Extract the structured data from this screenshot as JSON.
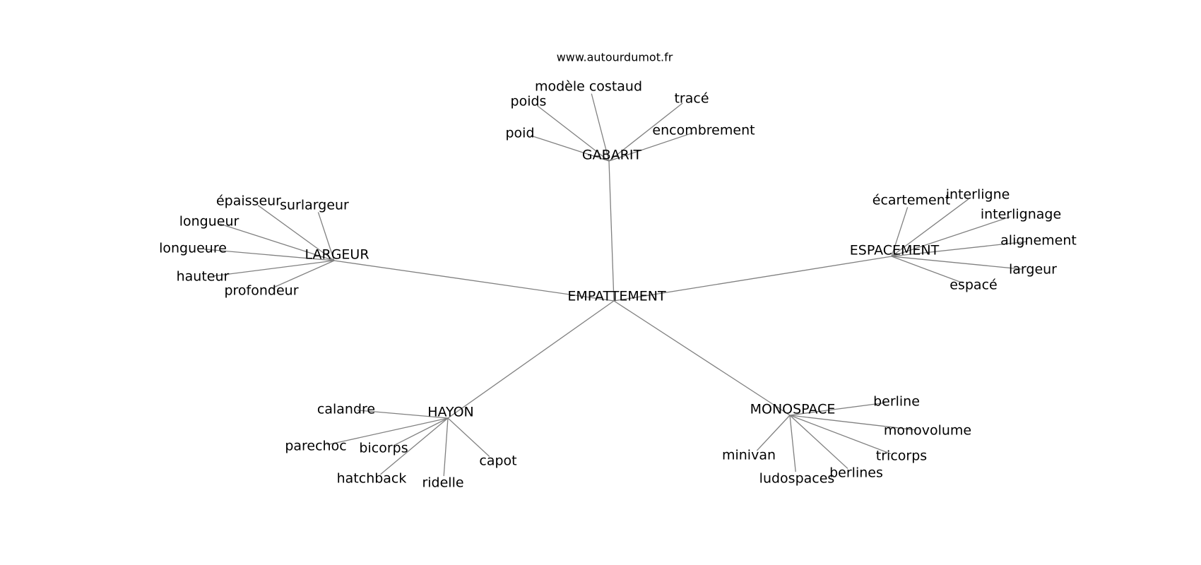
{
  "watermark": "www.autourdumot.fr",
  "root": "EMPATTEMENT",
  "groups": [
    {
      "id": "gabarit",
      "hub": "GABARIT",
      "words": [
        "poids",
        "modèle costaud",
        "tracé",
        "poid",
        "encombrement"
      ]
    },
    {
      "id": "largeur",
      "hub": "LARGEUR",
      "words": [
        "épaisseur",
        "surlargeur",
        "longueur",
        "longueure",
        "hauteur",
        "profondeur"
      ]
    },
    {
      "id": "espacement",
      "hub": "ESPACEMENT",
      "words": [
        "écartement",
        "interligne",
        "interlignage",
        "alignement",
        "largeur",
        "espacé"
      ]
    },
    {
      "id": "hayon",
      "hub": "HAYON",
      "words": [
        "calandre",
        "parechoc",
        "bicorps",
        "hatchback",
        "ridelle",
        "capot"
      ]
    },
    {
      "id": "monospace",
      "hub": "MONOSPACE",
      "words": [
        "berline",
        "monovolume",
        "tricorps",
        "minivan",
        "ludospaces",
        "berlines"
      ]
    }
  ]
}
